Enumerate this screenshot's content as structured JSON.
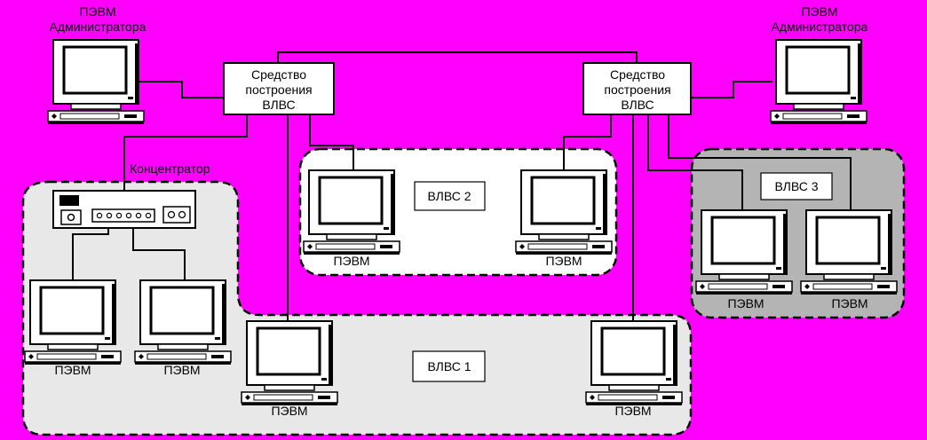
{
  "background_color": "#FF00FF",
  "zone_colors": {
    "light": "#E8E8E8",
    "dark": "#B4B4B4"
  },
  "admin_left": {
    "line1": "ПЭВМ",
    "line2": "Администратора"
  },
  "admin_right": {
    "line1": "ПЭВМ",
    "line2": "Администратора"
  },
  "router_left": {
    "line1": "Средство",
    "line2": "построения",
    "line3": "ВЛВС"
  },
  "router_right": {
    "line1": "Средство",
    "line2": "построения",
    "line3": "ВЛВС"
  },
  "hub": {
    "label": "Концентратор"
  },
  "vlan1": {
    "label": "ВЛВС 1"
  },
  "vlan2": {
    "label": "ВЛВС 2"
  },
  "vlan3": {
    "label": "ВЛВС 3"
  },
  "pc_label": "ПЭВМ",
  "icons": {
    "monitor": "desktop-pc-icon",
    "hub": "network-hub-icon",
    "router": "vlan-router-box"
  }
}
